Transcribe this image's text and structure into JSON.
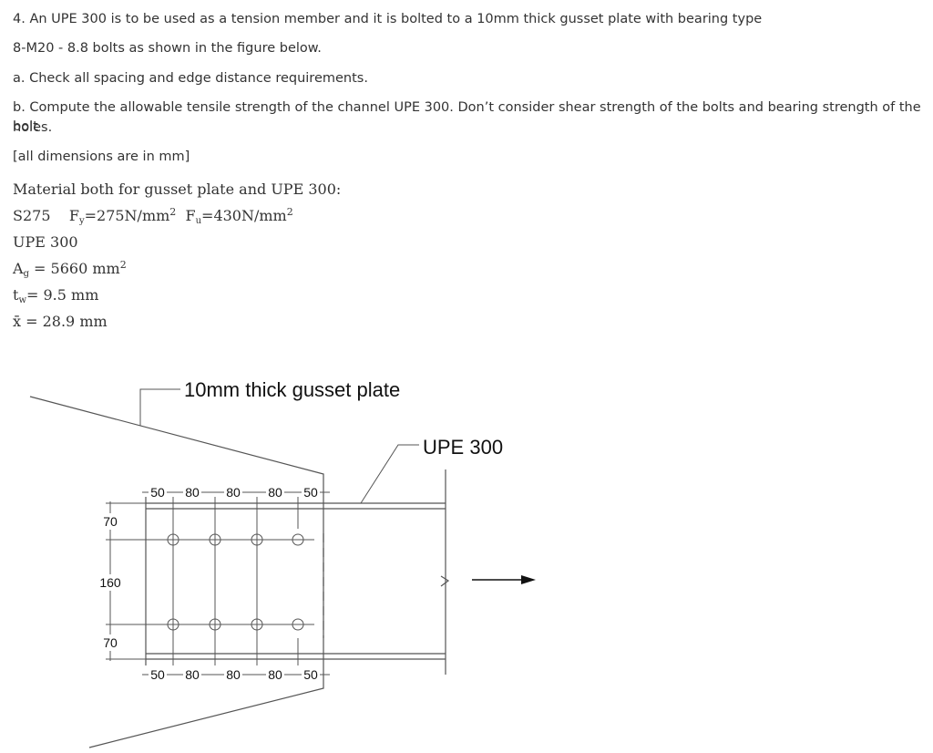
{
  "question": {
    "line1": "4. An UPE 300 is to be used as a tension member and it is bolted to a 10mm thick gusset plate with bearing type",
    "line2": "8-M20 - 8.8 bolts as shown in the figure below.",
    "part_a": "a. Check all spacing and edge distance requirements.",
    "part_b_line1": "b. Compute the allowable tensile strength of the channel UPE 300. Don’t consider shear strength of the bolts and bearing strength of the bolt",
    "part_b_line2": "holes.",
    "note": "[all dimensions are in mm]"
  },
  "material": {
    "heading": "Material both for gusset plate and UPE 300:",
    "grade": "S275",
    "fy_sym": "F",
    "fy_sub": "y",
    "fy_val": "=275N/mm",
    "fy_exp": "2",
    "fu_sym": "F",
    "fu_sub": "u",
    "fu_val": "=430N/mm",
    "fu_exp": "2",
    "section": "UPE 300",
    "ag_sym": "A",
    "ag_sub": "g",
    "ag_val": " = 5660 mm",
    "ag_exp": "2",
    "tw_sym": "t",
    "tw_sub": "w",
    "tw_val": "= 9.5 mm",
    "xbar_sym": "x̄",
    "xbar_val": " = 28.9 mm"
  },
  "figure": {
    "gusset_label": "10mm thick gusset plate",
    "upe_label": "UPE 300",
    "top_dims": [
      "50",
      "80",
      "80",
      "80",
      "50"
    ],
    "bottom_dims": [
      "50",
      "80",
      "80",
      "80",
      "50"
    ],
    "left_dims": [
      "70",
      "160",
      "70"
    ]
  }
}
